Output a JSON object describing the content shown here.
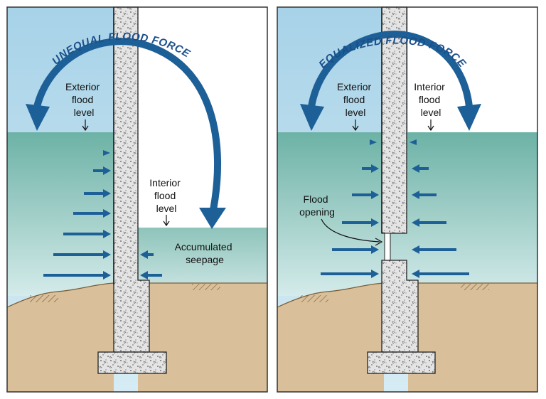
{
  "colors": {
    "sky": "#bfe0ef",
    "water_top": "#6fb3a7",
    "water_bottom": "#cfe6e5",
    "ground": "#d9c09a",
    "ground_line": "#8a6a3f",
    "concrete": "#e2e2e2",
    "arrow": "#1d5f97",
    "outline": "#222222"
  },
  "left_panel": {
    "title": "UNEQUAL FLOOD FORCES",
    "exterior_label": [
      "Exterior",
      "flood",
      "level"
    ],
    "interior_label": [
      "Interior",
      "flood",
      "level"
    ],
    "seepage_label": [
      "Accumulated",
      "seepage"
    ]
  },
  "right_panel": {
    "title": "EQUALIZED FLOOD FORCES",
    "exterior_label": [
      "Exterior",
      "flood",
      "level"
    ],
    "interior_label": [
      "Interior",
      "flood",
      "level"
    ],
    "opening_label": [
      "Flood",
      "opening"
    ]
  },
  "icons": {
    "force_arrow": "arrow-right-icon",
    "curved_arrow": "curved-arrow-icon"
  }
}
